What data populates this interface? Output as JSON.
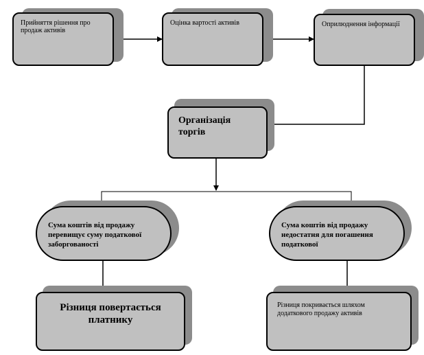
{
  "diagram": {
    "step_decision": "Прийняття рішення про продаж активів",
    "step_valuation": "Оцінка вартості активів",
    "step_publication": "Оприлюднення інформації",
    "step_auction": "Організація торгів",
    "branch_exceeds": "Сума коштів від продажу перевищує суму податкової заборгованості",
    "branch_insufficient": "Сума коштів від продажу недостатня для погашення податкової",
    "result_refund": "Різниця повертається платнику",
    "result_additional_sale": "Різниця покривається шляхом додаткового продажу активів"
  },
  "colors": {
    "box_fill": "#c0c0c0",
    "box_shadow": "#8c8c8c",
    "stroke": "#000000"
  }
}
